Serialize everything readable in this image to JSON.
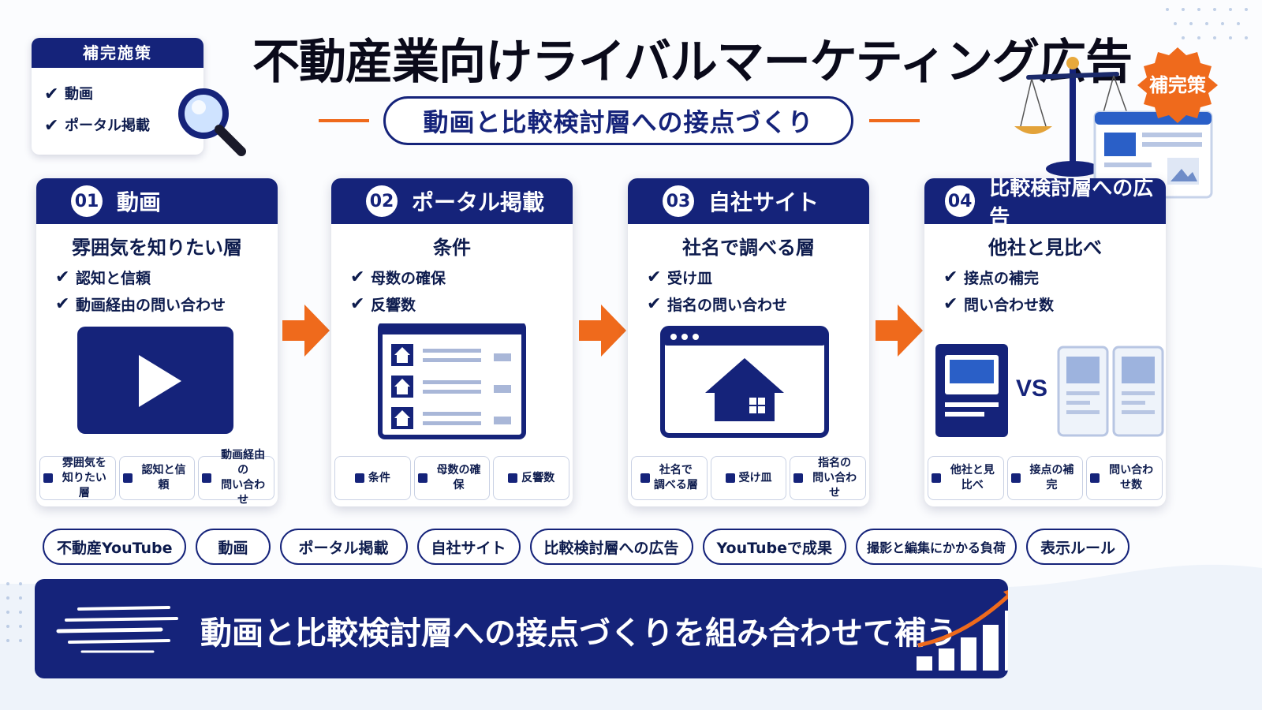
{
  "title": "不動産業向けライバルマーケティング広告",
  "subtitle": "動画と比較検討層への接点づくり",
  "supplement": {
    "header": "補完施策",
    "items": [
      "動画",
      "ポータル掲載"
    ]
  },
  "badge": "補完策",
  "cards": [
    {
      "num": "01",
      "title": "動画",
      "sub": "雰囲気を知りたい層",
      "checks": [
        "認知と信頼",
        "動画経由の問い合わせ"
      ],
      "chips": [
        [
          "雰囲気を",
          "知りたい層"
        ],
        [
          "認知と信頼"
        ],
        [
          "動画経由の",
          "問い合わせ"
        ]
      ]
    },
    {
      "num": "02",
      "title": "ポータル掲載",
      "sub": "条件",
      "checks": [
        "母数の確保",
        "反響数"
      ],
      "chips": [
        [
          "条件"
        ],
        [
          "母数の確保"
        ],
        [
          "反響数"
        ]
      ]
    },
    {
      "num": "03",
      "title": "自社サイト",
      "sub": "社名で調べる層",
      "checks": [
        "受け皿",
        "指名の問い合わせ"
      ],
      "chips": [
        [
          "社名で",
          "調べる層"
        ],
        [
          "受け皿"
        ],
        [
          "指名の",
          "問い合わせ"
        ]
      ]
    },
    {
      "num": "04",
      "title": "比較検討層への広告",
      "sub": "他社と見比べ",
      "checks": [
        "接点の補完",
        "問い合わせ数"
      ],
      "chips": [
        [
          "他社と見比べ"
        ],
        [
          "接点の補完"
        ],
        [
          "問い合わせ数"
        ]
      ],
      "vs": "VS"
    }
  ],
  "tags": [
    "不動産YouTube",
    "動画",
    "ポータル掲載",
    "自社サイト",
    "比較検討層への広告",
    "YouTubeで成果",
    "撮影と編集にかかる負荷",
    "表示ルール"
  ],
  "banner": "動画と比較検討層への接点づくりを組み合わせて補う",
  "colors": {
    "navy": "#15237a",
    "orange": "#ef6a1c",
    "light": "#eef3fa"
  }
}
